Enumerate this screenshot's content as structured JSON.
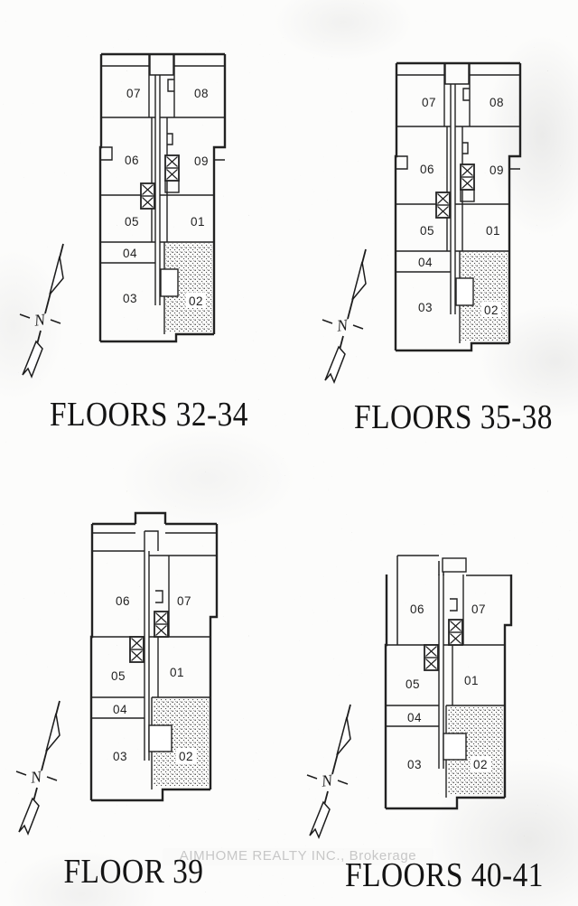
{
  "page": {
    "watermark": "AIMHOME REALTY INC., Brokerage"
  },
  "north": {
    "label": "N"
  },
  "plans": [
    {
      "title": "FLOORS 32-34",
      "shaded_unit": "02",
      "units": {
        "u01": "01",
        "u02": "02",
        "u03": "03",
        "u04": "04",
        "u05": "05",
        "u06": "06",
        "u07": "07",
        "u08": "08",
        "u09": "09"
      }
    },
    {
      "title": "FLOORS 35-38",
      "shaded_unit": "02",
      "units": {
        "u01": "01",
        "u02": "02",
        "u03": "03",
        "u04": "04",
        "u05": "05",
        "u06": "06",
        "u07": "07",
        "u08": "08",
        "u09": "09"
      }
    },
    {
      "title": "FLOOR 39",
      "shaded_unit": "02",
      "units": {
        "u01": "01",
        "u02": "02",
        "u03": "03",
        "u04": "04",
        "u05": "05",
        "u06": "06",
        "u07": "07"
      }
    },
    {
      "title": "FLOORS 40-41",
      "shaded_unit": "02",
      "units": {
        "u01": "01",
        "u02": "02",
        "u03": "03",
        "u04": "04",
        "u05": "05",
        "u06": "06",
        "u07": "07"
      }
    }
  ],
  "colors": {
    "line": "#222222",
    "stipple_dot": "#3f3f3f",
    "watermark": "#c7c7c7",
    "title": "#141414",
    "paper": "#fcfcfb"
  }
}
